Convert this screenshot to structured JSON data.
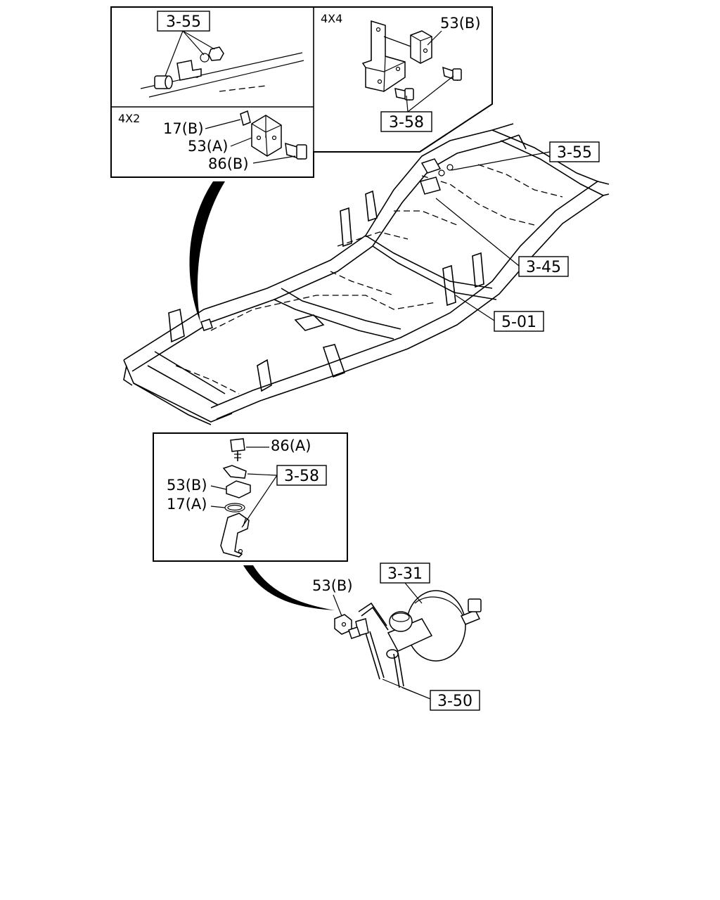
{
  "callouts": {
    "top_left_panel": {
      "ref_box": "3-55",
      "caption": "4X2",
      "part_17b": "17(B)",
      "part_53a": "53(A)",
      "part_86b": "86(B)"
    },
    "top_right_panel": {
      "caption": "4X4",
      "part_53b": "53(B)",
      "ref_box": "3-58"
    },
    "frame": {
      "ref_355": "3-55",
      "ref_345": "3-45",
      "ref_501": "5-01"
    },
    "lower_panel": {
      "part_86a": "86(A)",
      "ref_box": "3-58",
      "part_53b": "53(B)",
      "part_17a": "17(A)"
    },
    "booster": {
      "ref_331": "3-31",
      "part_53b": "53(B)",
      "ref_350": "3-50"
    }
  }
}
